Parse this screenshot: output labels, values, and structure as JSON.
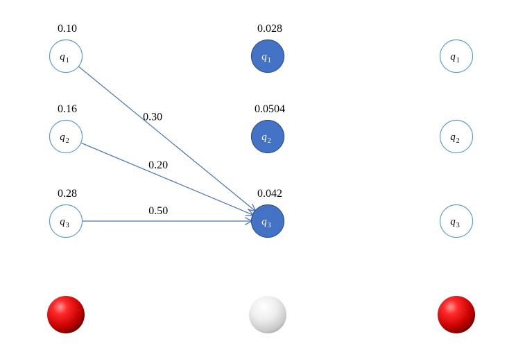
{
  "colors": {
    "outline": "#5b9bd5",
    "filled_state": "#4472c4",
    "filled_state_border": "#2f528f",
    "edge": "#4472c4",
    "ball_red": "#e00000",
    "ball_gray": "#d9d9d9"
  },
  "columns": [
    {
      "states": [
        {
          "symbol": "q",
          "subscript": "1",
          "prob": "0.10",
          "filled": false
        },
        {
          "symbol": "q",
          "subscript": "2",
          "prob": "0.16",
          "filled": false
        },
        {
          "symbol": "q",
          "subscript": "3",
          "prob": "0.28",
          "filled": false
        }
      ],
      "ball": "red"
    },
    {
      "states": [
        {
          "symbol": "q",
          "subscript": "1",
          "prob": "0.028",
          "filled": true
        },
        {
          "symbol": "q",
          "subscript": "2",
          "prob": "0.0504",
          "filled": true
        },
        {
          "symbol": "q",
          "subscript": "3",
          "prob": "0.042",
          "filled": true
        }
      ],
      "ball": "gray"
    },
    {
      "states": [
        {
          "symbol": "q",
          "subscript": "1",
          "prob": "",
          "filled": false
        },
        {
          "symbol": "q",
          "subscript": "2",
          "prob": "",
          "filled": false
        },
        {
          "symbol": "q",
          "subscript": "3",
          "prob": "",
          "filled": false
        }
      ],
      "ball": "red"
    }
  ],
  "edges": [
    {
      "from_col": 0,
      "from_state": 0,
      "to_col": 1,
      "to_state": 2,
      "label": "0.30"
    },
    {
      "from_col": 0,
      "from_state": 1,
      "to_col": 1,
      "to_state": 2,
      "label": "0.20"
    },
    {
      "from_col": 0,
      "from_state": 2,
      "to_col": 1,
      "to_state": 2,
      "label": "0.50"
    }
  ]
}
